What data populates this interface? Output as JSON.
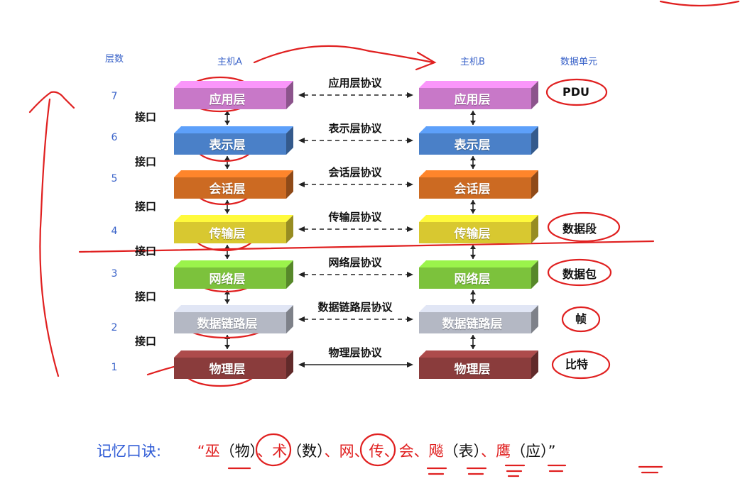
{
  "headers": {
    "layer_count": "层数",
    "host_a": "主机A",
    "host_b": "主机B",
    "data_unit": "数据单元"
  },
  "layers": [
    {
      "num": "7",
      "name": "应用层",
      "protocol": "应用层协议",
      "pdu": "PDU",
      "color": "#c878c8"
    },
    {
      "num": "6",
      "name": "表示层",
      "protocol": "表示层协议",
      "pdu": "",
      "color": "#4a80c8"
    },
    {
      "num": "5",
      "name": "会话层",
      "protocol": "会话层协议",
      "pdu": "",
      "color": "#cc6a22"
    },
    {
      "num": "4",
      "name": "传输层",
      "protocol": "传输层协议",
      "pdu": "数据段",
      "color": "#d8c830"
    },
    {
      "num": "3",
      "name": "网络层",
      "protocol": "网络层协议",
      "pdu": "数据包",
      "color": "#7cc23c"
    },
    {
      "num": "2",
      "name": "数据链路层",
      "protocol": "数据链路层协议",
      "pdu": "帧",
      "color": "#b4b8c4"
    },
    {
      "num": "1",
      "name": "物理层",
      "protocol": "物理层协议",
      "pdu": "比特",
      "color": "#8a3c3c"
    }
  ],
  "interface_label": "接口",
  "mnemonic": {
    "label": "记忆口诀:",
    "parts": [
      {
        "text": "“巫",
        "color": "red"
      },
      {
        "text": "（物）",
        "color": "black"
      },
      {
        "text": "、术",
        "color": "red"
      },
      {
        "text": "（数）",
        "color": "black"
      },
      {
        "text": "、网、传、会、飚",
        "color": "red"
      },
      {
        "text": "（表）",
        "color": "black"
      },
      {
        "text": "、鹰",
        "color": "red"
      },
      {
        "text": "（应）”",
        "color": "black"
      }
    ]
  }
}
